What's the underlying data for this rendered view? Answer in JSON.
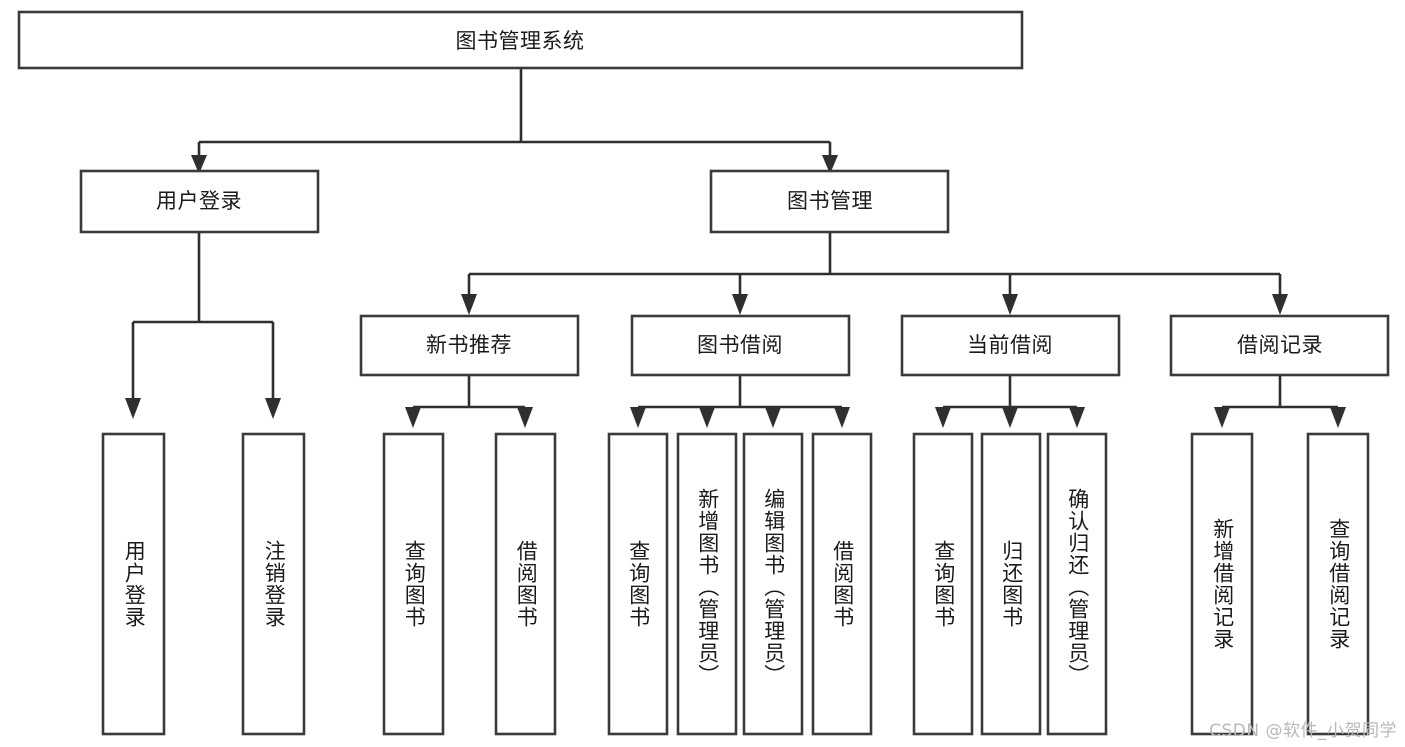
{
  "diagram": {
    "type": "tree-hierarchy-flowchart",
    "title": "图书管理系统",
    "watermark": "CSDN @软件_小贺同学",
    "colors": {
      "background": "#ffffff",
      "box_stroke": "#3b3b3b",
      "box_fill": "#ffffff",
      "connector": "#2f2f2f",
      "text": "#1b1b1b",
      "watermark": "#b9b9b9"
    },
    "levels": {
      "root": {
        "label": "图书管理系统"
      },
      "level1": [
        {
          "id": "user-login",
          "label": "用户登录"
        },
        {
          "id": "book-management",
          "label": "图书管理"
        }
      ],
      "level2": [
        {
          "id": "new-book-recommend",
          "label": "新书推荐",
          "parent": "book-management"
        },
        {
          "id": "book-borrow",
          "label": "图书借阅",
          "parent": "book-management"
        },
        {
          "id": "current-borrow",
          "label": "当前借阅",
          "parent": "book-management"
        },
        {
          "id": "borrow-record",
          "label": "借阅记录",
          "parent": "book-management"
        }
      ],
      "leaves": [
        {
          "id": "leaf-user-login",
          "label": "用户登录",
          "parent": "user-login"
        },
        {
          "id": "leaf-logout",
          "label": "注销登录",
          "parent": "user-login"
        },
        {
          "id": "leaf-query-book-1",
          "label": "查询图书",
          "parent": "new-book-recommend"
        },
        {
          "id": "leaf-borrow-book-1",
          "label": "借阅图书",
          "parent": "new-book-recommend"
        },
        {
          "id": "leaf-query-book-2",
          "label": "查询图书",
          "parent": "book-borrow"
        },
        {
          "id": "leaf-add-book",
          "label": "新增图书（管理员）",
          "parent": "book-borrow"
        },
        {
          "id": "leaf-edit-book",
          "label": "编辑图书（管理员）",
          "parent": "book-borrow"
        },
        {
          "id": "leaf-borrow-book-2",
          "label": "借阅图书",
          "parent": "book-borrow"
        },
        {
          "id": "leaf-query-book-3",
          "label": "查询图书",
          "parent": "current-borrow"
        },
        {
          "id": "leaf-return-book",
          "label": "归还图书",
          "parent": "current-borrow"
        },
        {
          "id": "leaf-confirm-return",
          "label": "确认归还（管理员）",
          "parent": "current-borrow"
        },
        {
          "id": "leaf-add-record",
          "label": "新增借阅记录",
          "parent": "borrow-record"
        },
        {
          "id": "leaf-query-record",
          "label": "查询借阅记录",
          "parent": "borrow-record"
        }
      ]
    }
  }
}
